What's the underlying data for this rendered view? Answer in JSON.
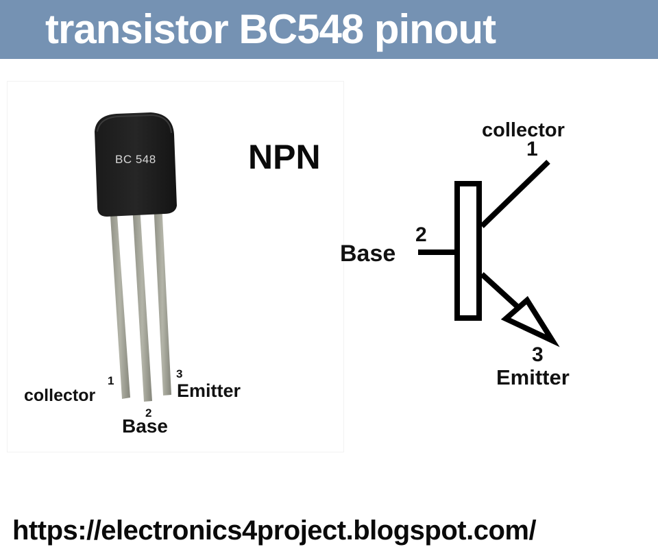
{
  "header": {
    "title": "transistor BC548 pinout",
    "background": "#7592b3"
  },
  "transistor_photo": {
    "body_marking": "BC 548",
    "pins": [
      {
        "number": "1",
        "label": "collector"
      },
      {
        "number": "2",
        "label": "Base"
      },
      {
        "number": "3",
        "label": "Emitter"
      }
    ]
  },
  "type_label": "NPN",
  "symbol": {
    "pins": [
      {
        "number": "1",
        "label": "collector"
      },
      {
        "number": "2",
        "label": "Base"
      },
      {
        "number": "3",
        "label": "Emitter"
      }
    ]
  },
  "footer": {
    "url": "https://electronics4project.blogspot.com/"
  }
}
